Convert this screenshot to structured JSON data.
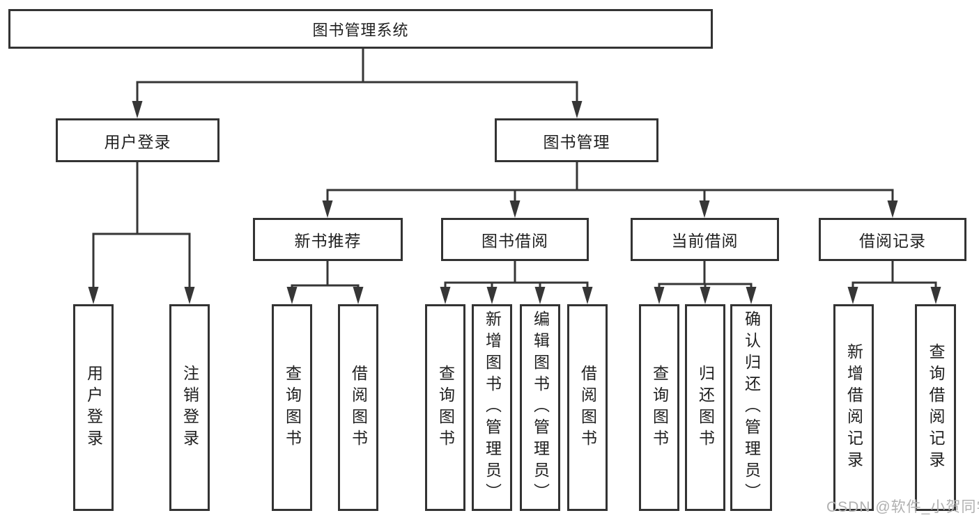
{
  "diagram": {
    "root": {
      "label": "图书管理系统"
    },
    "level2": [
      {
        "label": "用户登录"
      },
      {
        "label": "图书管理"
      }
    ],
    "level3": [
      {
        "label": "新书推荐"
      },
      {
        "label": "图书借阅"
      },
      {
        "label": "当前借阅"
      },
      {
        "label": "借阅记录"
      }
    ],
    "leaves": [
      {
        "label": "用户登录"
      },
      {
        "label": "注销登录"
      },
      {
        "label": "查询图书"
      },
      {
        "label": "借阅图书"
      },
      {
        "label": "查询图书"
      },
      {
        "label": "新增图书（管理员）"
      },
      {
        "label": "编辑图书（管理员）"
      },
      {
        "label": "借阅图书"
      },
      {
        "label": "查询图书"
      },
      {
        "label": "归还图书"
      },
      {
        "label": "确认归还（管理员）"
      },
      {
        "label": "新增借阅记录"
      },
      {
        "label": "查询借阅记录"
      }
    ],
    "watermark": "CSDN @软件_小贺同学",
    "colors": {
      "line": "#363636",
      "box_border": "#333333",
      "text": "#1f1f1f",
      "watermark": "#b0b0b0",
      "background": "#ffffff"
    }
  }
}
